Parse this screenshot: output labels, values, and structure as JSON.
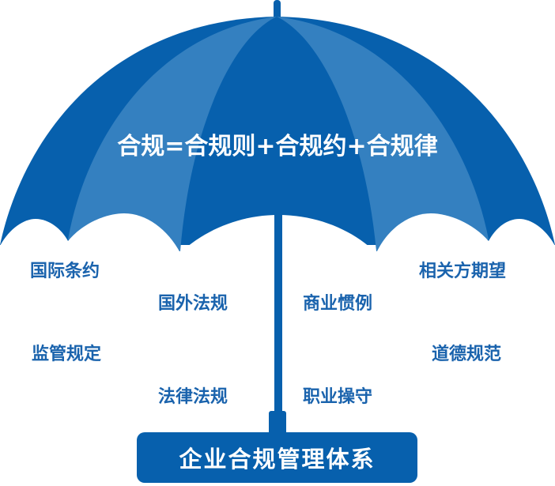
{
  "formula": "合规=合规则+合规约+合规律",
  "left_labels": [
    "国际条约",
    "监管规定"
  ],
  "inner_left_labels": [
    "国外法规",
    "法律法规"
  ],
  "inner_right_labels": [
    "商业惯例",
    "职业操守"
  ],
  "right_labels": [
    "相关方期望",
    "道德规范"
  ],
  "base_label": "企业合规管理体系",
  "colors": {
    "dark": "#0760ad",
    "light": "#3480c0",
    "text": "#1a63ad"
  }
}
